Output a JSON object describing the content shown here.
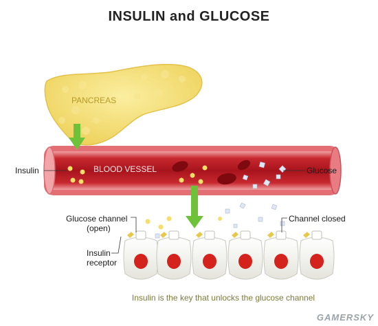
{
  "title": "INSULIN and GLUCOSE",
  "labels": {
    "pancreas": "PANCREAS",
    "blood_vessel": "BLOOD VESSEL",
    "insulin": "Insulin",
    "glucose": "Glucose",
    "glucose_channel_open_line1": "Glucose channel",
    "glucose_channel_open_line2": "(open)",
    "channel_closed": "Channel closed",
    "insulin_receptor_line1": "Insulin",
    "insulin_receptor_line2": "receptor"
  },
  "caption": "Insulin is the key that unlocks the glucose channel",
  "watermark": "GAMERSKY",
  "colors": {
    "pancreas": "#f3dc74",
    "vessel_outer": "#e36f74",
    "vessel_inner": "#b21a22",
    "arrow": "#6fc13a",
    "nucleus": "#d4221c",
    "cell": "#f4f4ee",
    "insulin_dot": "#f2d85a",
    "receptor": "#e8c84a"
  }
}
